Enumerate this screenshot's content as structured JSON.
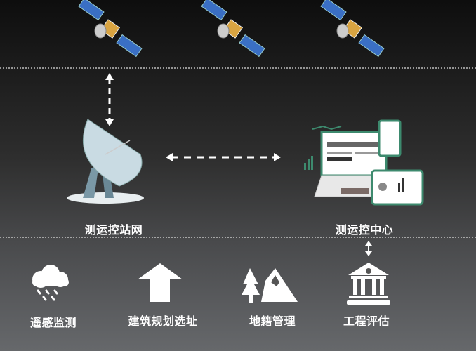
{
  "title_nodes": {
    "ground_station": "测运控站网",
    "control_center": "测运控中心"
  },
  "applications": [
    {
      "label": "遥感监测",
      "icon": "cloud-rain-icon"
    },
    {
      "label": "建筑规划选址",
      "icon": "arrow-up-icon"
    },
    {
      "label": "地籍管理",
      "icon": "tree-mountain-icon"
    },
    {
      "label": "工程评估",
      "icon": "bank-building-icon"
    }
  ],
  "colors": {
    "accent_green": "#3d8a6e",
    "line": "#ffffff"
  }
}
